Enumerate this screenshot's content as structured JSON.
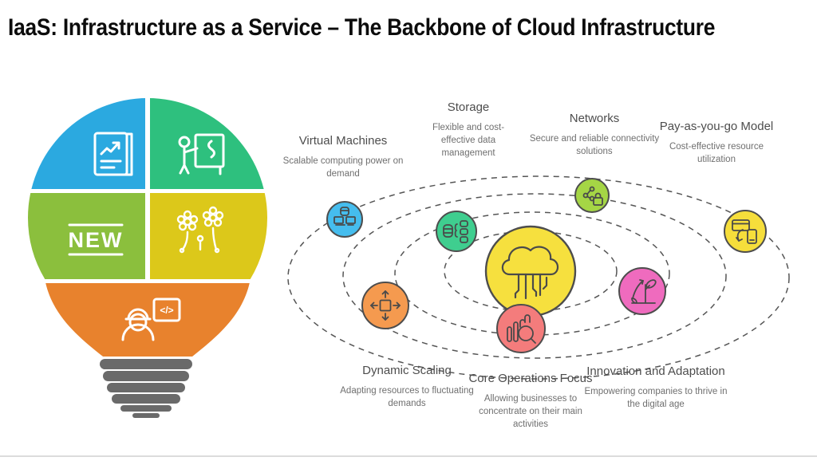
{
  "title": "IaaS: Infrastructure as a Service – The Backbone of Cloud Infrastructure",
  "bulb": {
    "new_label": "NEW",
    "code_label": "</>",
    "colors": {
      "report_segment": "#2BA9E0",
      "presenter_segment": "#2EC07E",
      "new_segment": "#8BBF3D",
      "growth_segment": "#DCC81A",
      "engineer_segment": "#E8822D",
      "screw_base": "#6A6A6A"
    }
  },
  "center_node": {
    "icon": "cloud-circuit-icon",
    "color": "#F6E03E"
  },
  "features": [
    {
      "name": "Virtual Machines",
      "desc": "Scalable computing power on demand",
      "node_color": "#45BDEE",
      "icon": "virtual-machines-icon"
    },
    {
      "name": "Storage",
      "desc": "Flexible and cost-effective data management",
      "node_color": "#3FCE8F",
      "icon": "storage-icon"
    },
    {
      "name": "Networks",
      "desc": "Secure and reliable connectivity solutions",
      "node_color": "#A5D645",
      "icon": "network-security-icon"
    },
    {
      "name": "Pay-as-you-go Model",
      "desc": "Cost-effective resource utilization",
      "node_color": "#F6DE3B",
      "icon": "payment-icon"
    },
    {
      "name": "Dynamic Scaling",
      "desc": "Adapting resources to fluctuating demands",
      "node_color": "#F59A4F",
      "icon": "scaling-arrows-icon"
    },
    {
      "name": "Core Operations Focus",
      "desc": "Allowing businesses to concentrate on their main activities",
      "node_color": "#F47C7C",
      "icon": "operations-analysis-icon"
    },
    {
      "name": "Innovation and Adaptation",
      "desc": "Empowering companies to thrive in the digital age",
      "node_color": "#EF6BBE",
      "icon": "growth-plant-icon"
    }
  ]
}
